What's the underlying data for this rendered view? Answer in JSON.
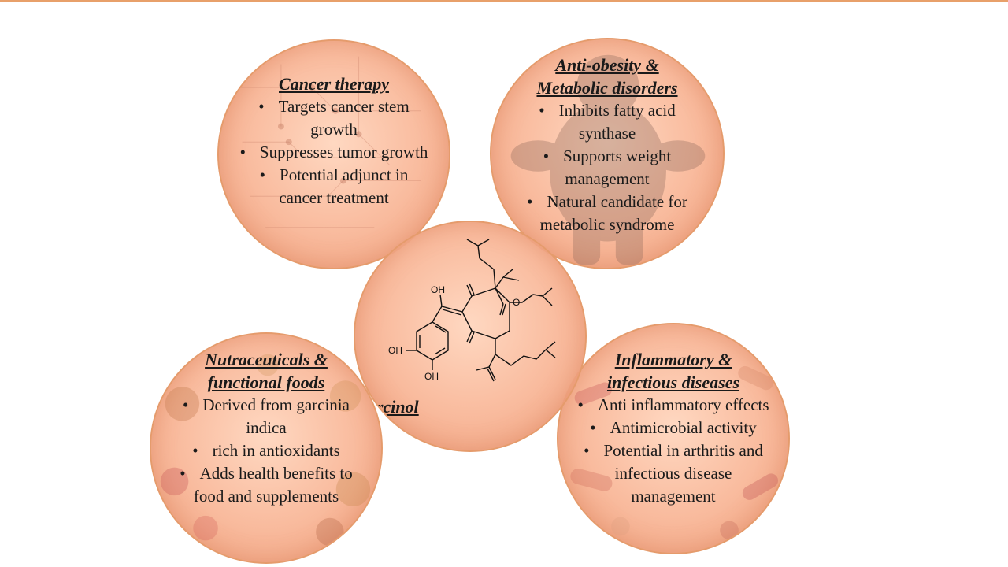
{
  "center": {
    "title": "Garcinol"
  },
  "molecule": {
    "labels": {
      "oh_top": "OH",
      "oh_ring1": "OH",
      "oh_ring2": "OH",
      "o_ether": "O"
    }
  },
  "cancer": {
    "title": "Cancer therapy",
    "items": [
      "Targets cancer stem growth",
      "Suppresses tumor growth",
      "Potential adjunct in cancer treatment"
    ]
  },
  "obesity": {
    "title_line1": "Anti-obesity &",
    "title_line2": "Metabolic disorders",
    "items": [
      "Inhibits fatty acid synthase",
      "Supports weight management",
      "Natural candidate for metabolic syndrome"
    ]
  },
  "nutra": {
    "title_line1": "Nutraceuticals &",
    "title_line2": "functional foods",
    "items": [
      "Derived from garcinia indica",
      "rich in antioxidants",
      "Adds health benefits to food and supplements"
    ]
  },
  "inflam": {
    "title_line1": "Inflammatory &",
    "title_line2": "infectious diseases",
    "items": [
      "Anti inflammatory effects",
      "Antimicrobial activity",
      "Potential in arthritis and infectious disease management"
    ]
  },
  "colors": {
    "accent": "#e59b6c",
    "fill": "#f6b394"
  }
}
